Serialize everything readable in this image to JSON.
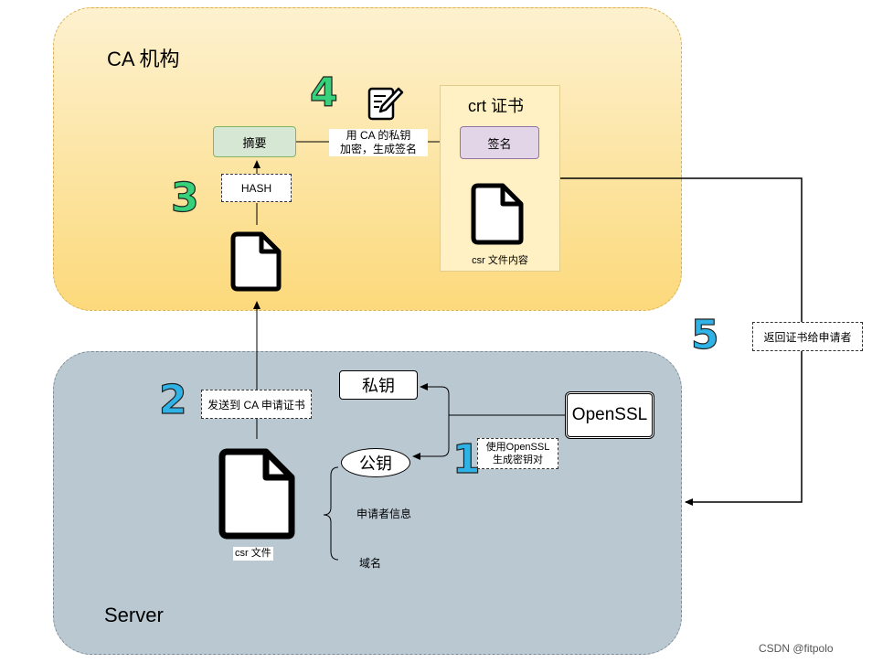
{
  "ca": {
    "title": "CA 机构",
    "digest_label": "摘要",
    "hash_label": "HASH",
    "sign_text_line1": "用 CA 的私钥",
    "sign_text_line2": "加密，生成签名",
    "crt_title": "crt 证书",
    "signature_label": "签名",
    "csr_content_label": "csr 文件内容"
  },
  "server": {
    "title": "Server",
    "private_key_label": "私钥",
    "public_key_label": "公钥",
    "openssl_label": "OpenSSL",
    "generate_keys_line1": "使用OpenSSL",
    "generate_keys_line2": "生成密钥对",
    "send_label": "发送到 CA 申请证书",
    "applicant_info_label": "申请者信息",
    "domain_label": "域名",
    "csr_file_label": "csr 文件"
  },
  "return_label": "返回证书给申请者",
  "steps": {
    "s1": "1",
    "s2": "2",
    "s3": "3",
    "s4": "4",
    "s5": "5"
  },
  "watermark": "CSDN @fitpolo",
  "colors": {
    "ca_panel_top": "#fdf1cf",
    "ca_panel_bottom": "#fcd97b",
    "server_panel": "#bac8d2",
    "digest_fill": "#d6e8d4",
    "signature_fill": "#e1d5e7",
    "step_green": "#36d17a",
    "step_blue": "#2fb3e6"
  }
}
